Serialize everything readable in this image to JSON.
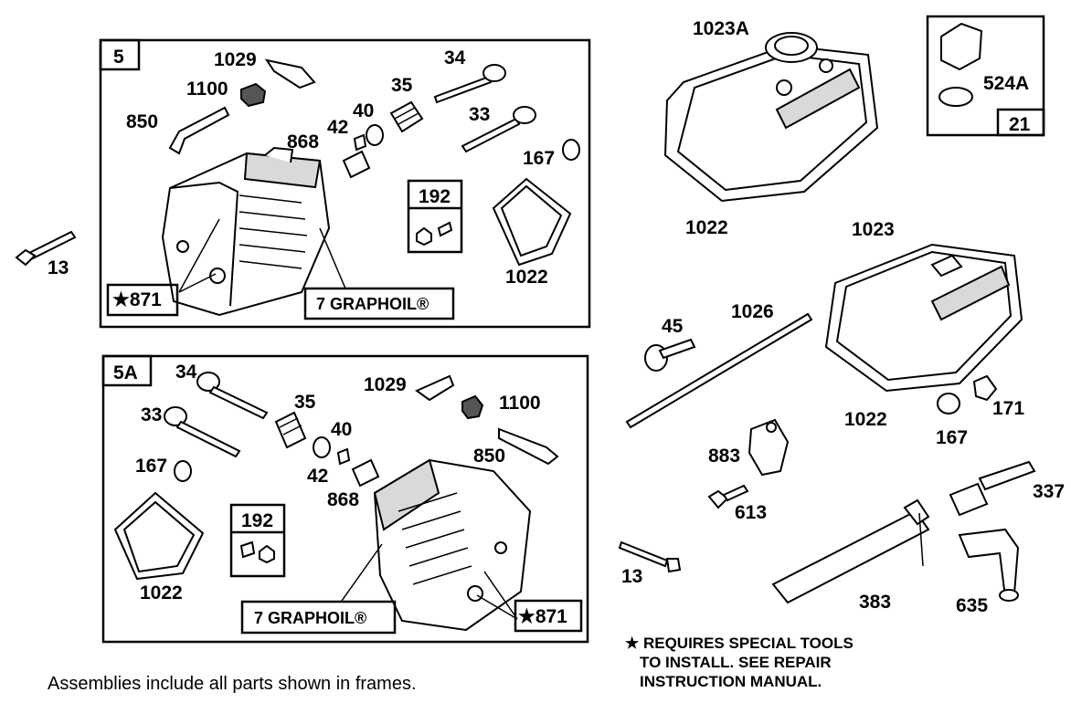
{
  "frames": {
    "frame_5": {
      "tag": "5"
    },
    "frame_5a": {
      "tag": "5A"
    },
    "frame_21": {
      "tag": "21"
    }
  },
  "sub_boxes": {
    "kit_192_top": "192",
    "kit_192_bottom": "192",
    "graphoil_top": "7 GRAPHOIL®",
    "graphoil_bottom": "7 GRAPHOIL®",
    "star_871_top": "★871",
    "star_871_bottom": "★871"
  },
  "labels": {
    "p13_left": "13",
    "p1029_top": "1029",
    "p1100_top": "1100",
    "p850_top": "850",
    "p34_top": "34",
    "p35_top": "35",
    "p40_top": "40",
    "p42_top": "42",
    "p868_top": "868",
    "p33_top": "33",
    "p167_top": "167",
    "p1022_top": "1022",
    "p34_bot": "34",
    "p33_bot": "33",
    "p35_bot": "35",
    "p40_bot": "40",
    "p42_bot": "42",
    "p868_bot": "868",
    "p1029_bot": "1029",
    "p1100_bot": "1100",
    "p850_bot": "850",
    "p167_bot": "167",
    "p1022_bot": "1022",
    "p1023a": "1023A",
    "p1022_cover1": "1022",
    "p1023": "1023",
    "p1022_cover2": "1022",
    "p524a": "524A",
    "p45": "45",
    "p1026": "1026",
    "p167_right": "167",
    "p171": "171",
    "p883": "883",
    "p613": "613",
    "p337": "337",
    "p13_right": "13",
    "p383": "383",
    "p635": "635"
  },
  "note": {
    "line1": "★ REQUIRES SPECIAL TOOLS",
    "line2": "TO INSTALL.  SEE REPAIR",
    "line3": "INSTRUCTION MANUAL."
  },
  "caption": "Assemblies include all parts shown in frames."
}
